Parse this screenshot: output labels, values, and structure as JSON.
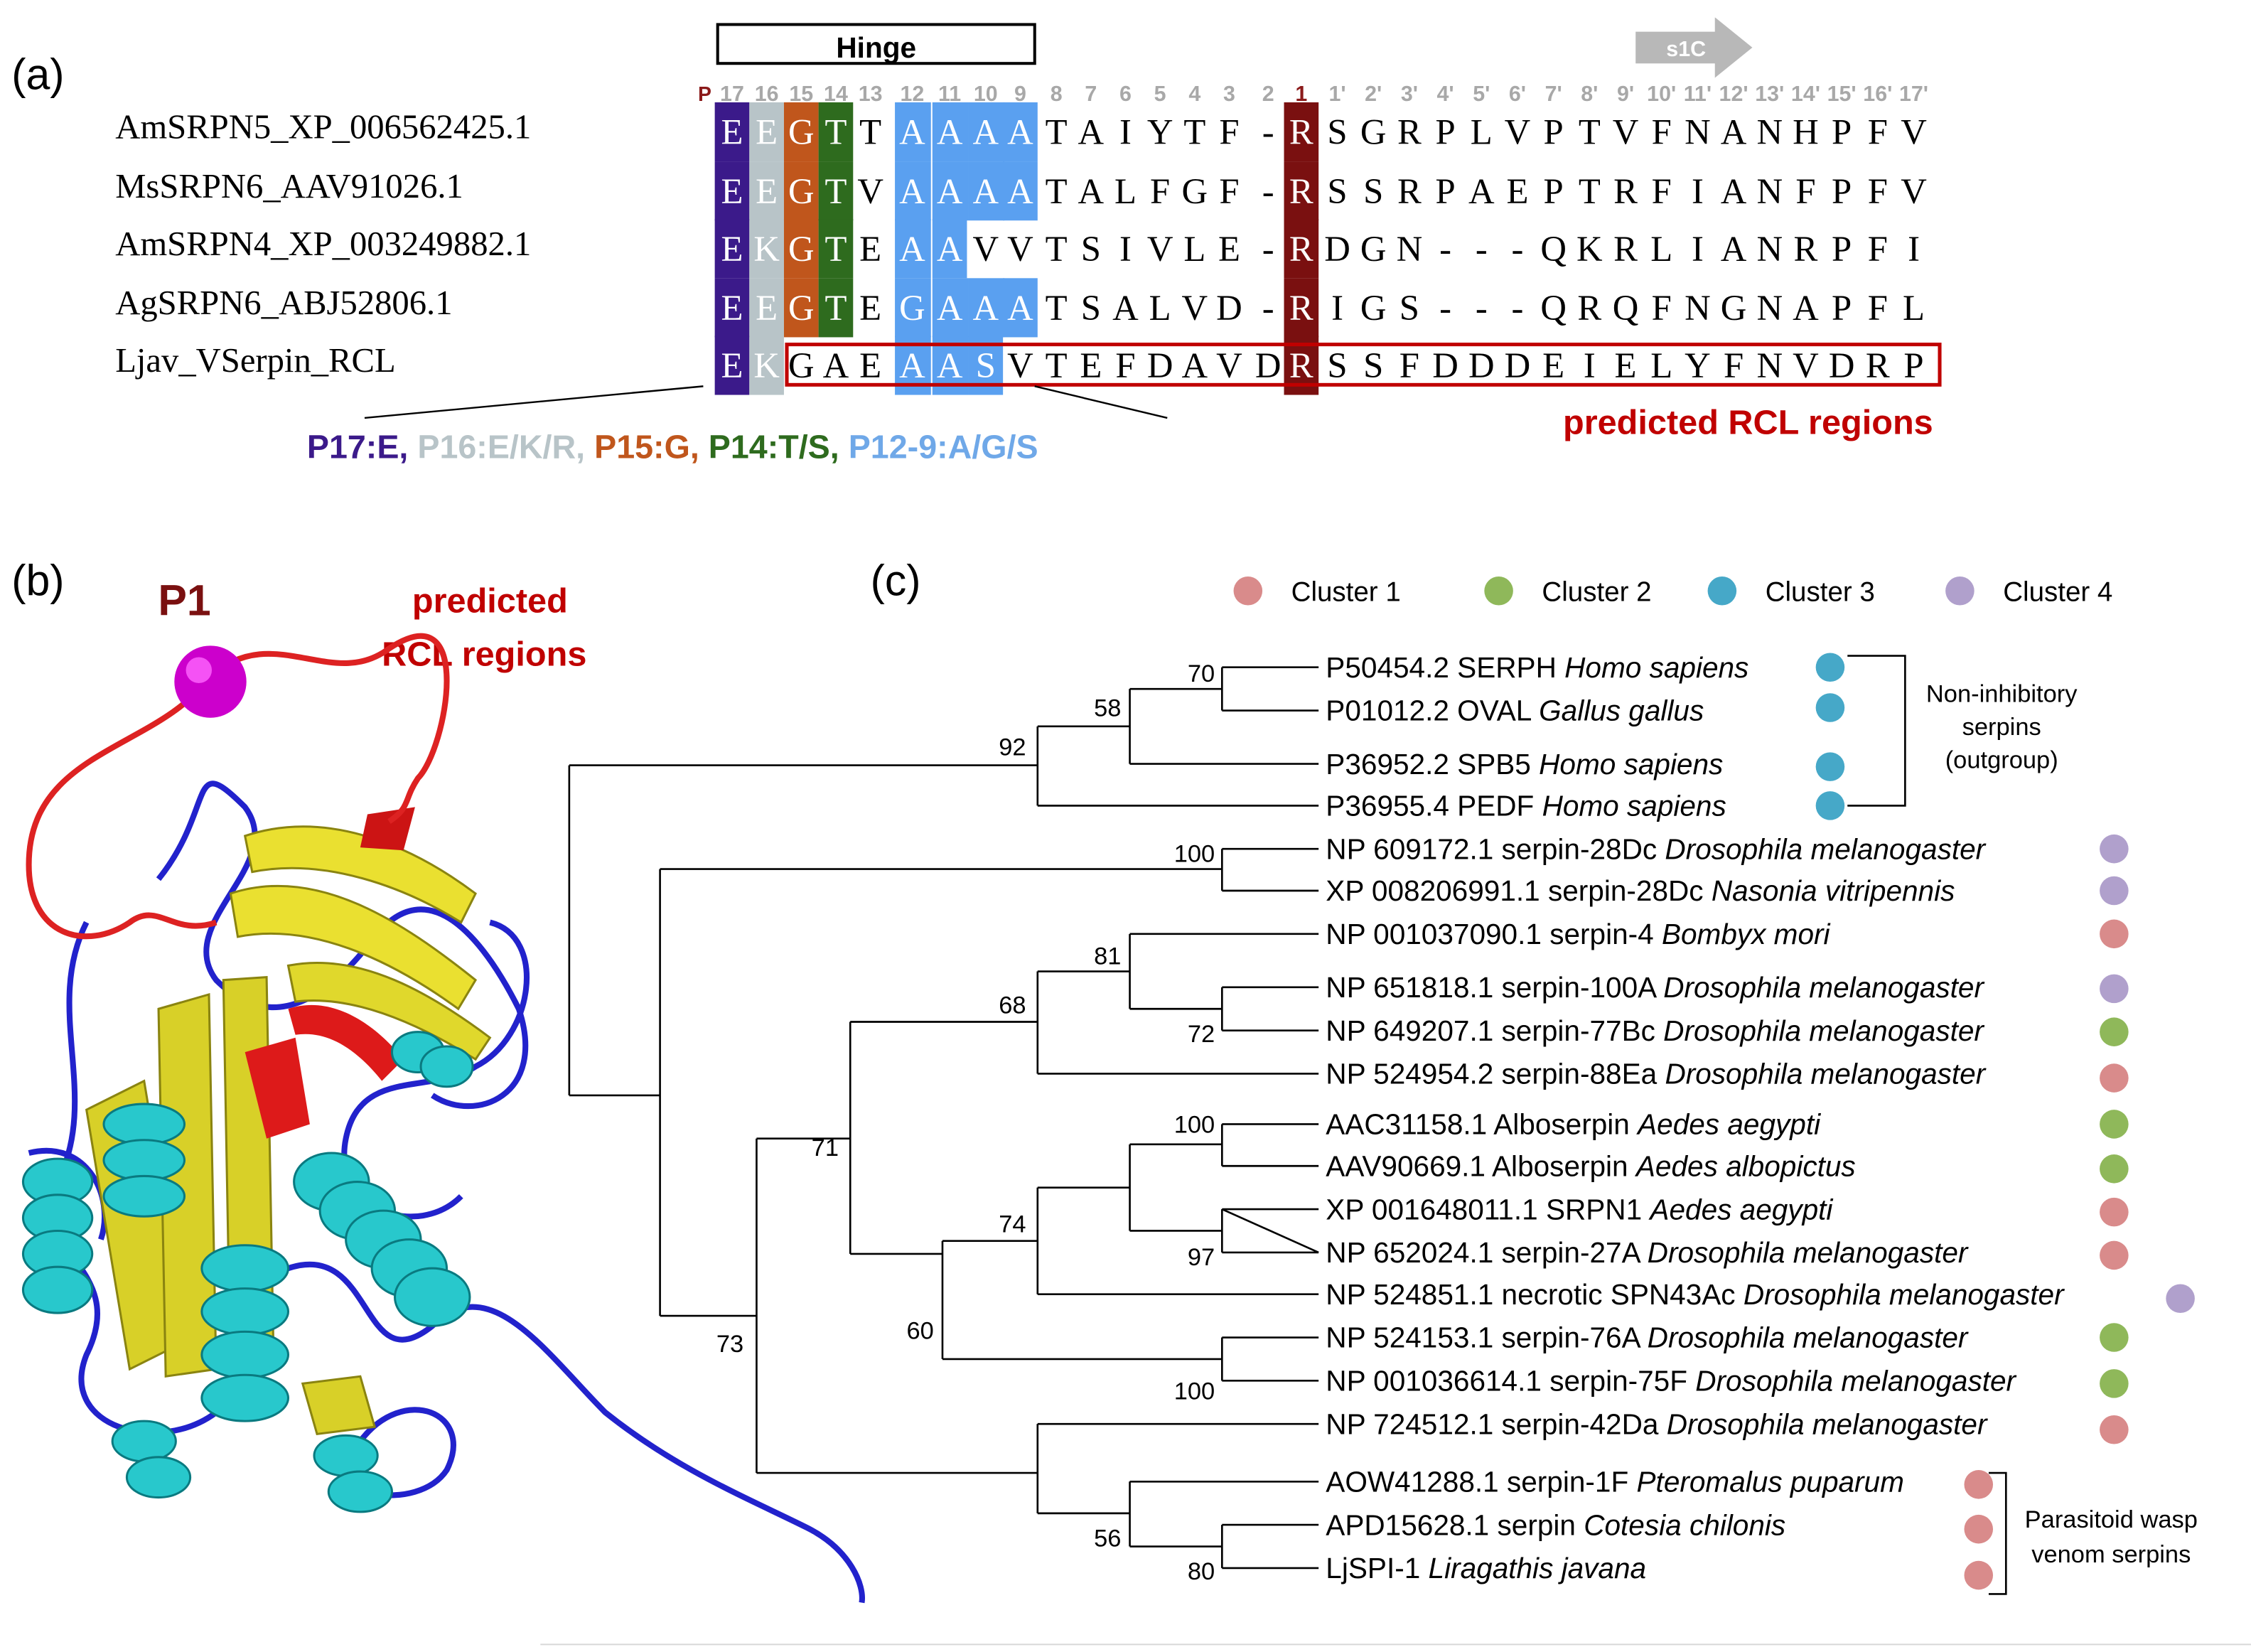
{
  "panel_a": {
    "label": "(a)",
    "hinge_label": "Hinge",
    "s1c_label": "s1C",
    "p_label": "P",
    "positions": [
      "17",
      "16",
      "15",
      "14",
      "13",
      "12",
      "11",
      "10",
      "9",
      "8",
      "7",
      "6",
      "5",
      "4",
      "3",
      "2",
      "1",
      "1'",
      "2'",
      "3'",
      "4'",
      "5'",
      "6'",
      "7'",
      "8'",
      "9'",
      "10'",
      "11'",
      "12'",
      "13'",
      "14'",
      "15'",
      "16'",
      "17'"
    ],
    "sequences": [
      {
        "name": "AmSRPN5_XP_006562425.1",
        "residues": [
          "E",
          "E",
          "G",
          "T",
          "T",
          "A",
          "A",
          "A",
          "A",
          "T",
          "A",
          "I",
          "Y",
          "T",
          "F",
          "-",
          "R",
          "S",
          "G",
          "R",
          "P",
          "L",
          "V",
          "P",
          "T",
          "V",
          "F",
          "N",
          "A",
          "N",
          "H",
          "P",
          "F",
          "V"
        ]
      },
      {
        "name": "MsSRPN6_AAV91026.1",
        "residues": [
          "E",
          "E",
          "G",
          "T",
          "V",
          "A",
          "A",
          "A",
          "A",
          "T",
          "A",
          "L",
          "F",
          "G",
          "F",
          "-",
          "R",
          "S",
          "S",
          "R",
          "P",
          "A",
          "E",
          "P",
          "T",
          "R",
          "F",
          "I",
          "A",
          "N",
          "F",
          "P",
          "F",
          "V"
        ]
      },
      {
        "name": "AmSRPN4_XP_003249882.1",
        "residues": [
          "E",
          "K",
          "G",
          "T",
          "E",
          "A",
          "A",
          "V",
          "V",
          "T",
          "S",
          "I",
          "V",
          "L",
          "E",
          "-",
          "R",
          "D",
          "G",
          "N",
          "-",
          "-",
          "-",
          "Q",
          "K",
          "R",
          "L",
          "I",
          "A",
          "N",
          "R",
          "P",
          "F",
          "I"
        ]
      },
      {
        "name": "AgSRPN6_ABJ52806.1",
        "residues": [
          "E",
          "E",
          "G",
          "T",
          "E",
          "G",
          "A",
          "A",
          "A",
          "T",
          "S",
          "A",
          "L",
          "V",
          "D",
          "-",
          "R",
          "I",
          "G",
          "S",
          "-",
          "-",
          "-",
          "Q",
          "R",
          "Q",
          "F",
          "N",
          "G",
          "N",
          "A",
          "P",
          "F",
          "L"
        ]
      },
      {
        "name": "Ljav_VSerpin_RCL",
        "residues": [
          "E",
          "K",
          "G",
          "A",
          "E",
          "A",
          "A",
          "S",
          "V",
          "T",
          "E",
          "F",
          "D",
          "A",
          "V",
          "D",
          "R",
          "S",
          "S",
          "F",
          "D",
          "D",
          "D",
          "E",
          "I",
          "E",
          "L",
          "Y",
          "F",
          "N",
          "V",
          "D",
          "R",
          "P"
        ]
      }
    ],
    "legend_parts": [
      {
        "text": "P17:E, ",
        "color": "#3b1a8a"
      },
      {
        "text": "P16:E/K/R, ",
        "color": "#b8c4c8"
      },
      {
        "text": "P15:G, ",
        "color": "#c0561c"
      },
      {
        "text": "P14:T/S, ",
        "color": "#2e6b1e"
      },
      {
        "text": "P12-9:A/G/S",
        "color": "#6fa8e8"
      }
    ],
    "rcl_label": "predicted RCL regions"
  },
  "panel_b": {
    "label": "(b)",
    "p1_label": "P1",
    "rcl_label_line1": "predicted",
    "rcl_label_line2": "RCL regions"
  },
  "panel_c": {
    "label": "(c)",
    "clusters": [
      {
        "name": "Cluster 1",
        "color": "#d98b8b"
      },
      {
        "name": "Cluster 2",
        "color": "#8fb85a"
      },
      {
        "name": "Cluster 3",
        "color": "#46a8c8"
      },
      {
        "name": "Cluster 4",
        "color": "#b0a0cc"
      }
    ],
    "taxa": [
      {
        "acc": "P50454.2 SERPH ",
        "sp": "Homo sapiens",
        "cluster": 3
      },
      {
        "acc": "P01012.2 OVAL ",
        "sp": "Gallus gallus",
        "cluster": 3
      },
      {
        "acc": "P36952.2 SPB5 ",
        "sp": "Homo sapiens",
        "cluster": 3
      },
      {
        "acc": "P36955.4 PEDF ",
        "sp": "Homo sapiens",
        "cluster": 3
      },
      {
        "acc": "NP 609172.1 serpin-28Dc ",
        "sp": "Drosophila melanogaster",
        "cluster": 4
      },
      {
        "acc": "XP 008206991.1 serpin-28Dc ",
        "sp": "Nasonia vitripennis",
        "cluster": 4
      },
      {
        "acc": "NP 001037090.1 serpin-4 ",
        "sp": "Bombyx mori",
        "cluster": 1
      },
      {
        "acc": "NP 651818.1 serpin-100A ",
        "sp": "Drosophila melanogaster",
        "cluster": 4
      },
      {
        "acc": "NP 649207.1 serpin-77Bc ",
        "sp": "Drosophila melanogaster",
        "cluster": 2
      },
      {
        "acc": "NP 524954.2 serpin-88Ea ",
        "sp": "Drosophila melanogaster",
        "cluster": 1
      },
      {
        "acc": "AAC31158.1 Alboserpin ",
        "sp": "Aedes aegypti",
        "cluster": 2
      },
      {
        "acc": "AAV90669.1 Alboserpin ",
        "sp": "Aedes albopictus",
        "cluster": 2
      },
      {
        "acc": "XP 001648011.1 SRPN1 ",
        "sp": "Aedes aegypti",
        "cluster": 1
      },
      {
        "acc": "NP 652024.1 serpin-27A ",
        "sp": "Drosophila melanogaster",
        "cluster": 1
      },
      {
        "acc": "NP 524851.1 necrotic SPN43Ac ",
        "sp": "Drosophila melanogaster",
        "cluster": 4
      },
      {
        "acc": "NP 524153.1 serpin-76A ",
        "sp": "Drosophila melanogaster",
        "cluster": 2
      },
      {
        "acc": "NP 001036614.1 serpin-75F ",
        "sp": "Drosophila melanogaster",
        "cluster": 2
      },
      {
        "acc": "NP 724512.1 serpin-42Da ",
        "sp": "Drosophila melanogaster",
        "cluster": 1
      },
      {
        "acc": "AOW41288.1 serpin-1F ",
        "sp": "Pteromalus puparum",
        "cluster": 1
      },
      {
        "acc": "APD15628.1 serpin ",
        "sp": "Cotesia chilonis",
        "cluster": 1
      },
      {
        "acc": "LjSPI-1 ",
        "sp": "Liragathis javana",
        "cluster": 1
      }
    ],
    "bootstrap": [
      "70",
      "58",
      "92",
      "100",
      "81",
      "68",
      "72",
      "100",
      "71",
      "74",
      "97",
      "60",
      "100",
      "73",
      "56",
      "80"
    ],
    "group1_lines": [
      "Non-inhibitory",
      "serpins",
      "(outgroup)"
    ],
    "group2_lines": [
      "Parasitoid wasp",
      "venom serpins"
    ]
  }
}
